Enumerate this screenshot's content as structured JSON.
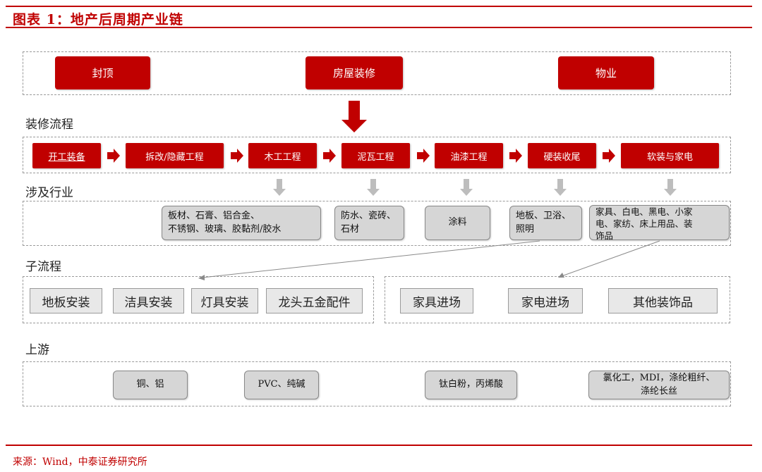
{
  "title": "图表 1：地产后周期产业链",
  "top_items": [
    "封顶",
    "房屋装修",
    "物业"
  ],
  "section_labels": {
    "decoration_process": "装修流程",
    "industries": "涉及行业",
    "sub_process": "子流程",
    "upstream": "上游"
  },
  "process_steps": [
    "开工装备",
    "拆改/隐藏工程",
    "木工工程",
    "泥瓦工程",
    "油漆工程",
    "硬装收尾",
    "软装与家电"
  ],
  "industries": [
    "板材、石膏、铝合金、\n不锈钢、玻璃、胶黏剂/胶水",
    "防水、瓷砖、\n石材",
    "涂料",
    "地板、卫浴、\n照明",
    "家具、白电、黑电、小家\n电、家纺、床上用品、装\n饰品"
  ],
  "sub_process_left": [
    "地板安装",
    "洁具安装",
    "灯具安装",
    "龙头五金配件"
  ],
  "sub_process_right": [
    "家具进场",
    "家电进场",
    "其他装饰品"
  ],
  "upstream": [
    "铜、铝",
    "PVC、纯碱",
    "钛白粉，丙烯酸",
    "氯化工，MDI，涤纶粗纤、\n涤纶长丝"
  ],
  "source": "来源：Wind，中泰证券研究所",
  "colors": {
    "accent": "#c00000",
    "grey_box": "#d6d6d6",
    "sub_box": "#e8e8e8",
    "arrow_grey": "#bdbdbd"
  }
}
